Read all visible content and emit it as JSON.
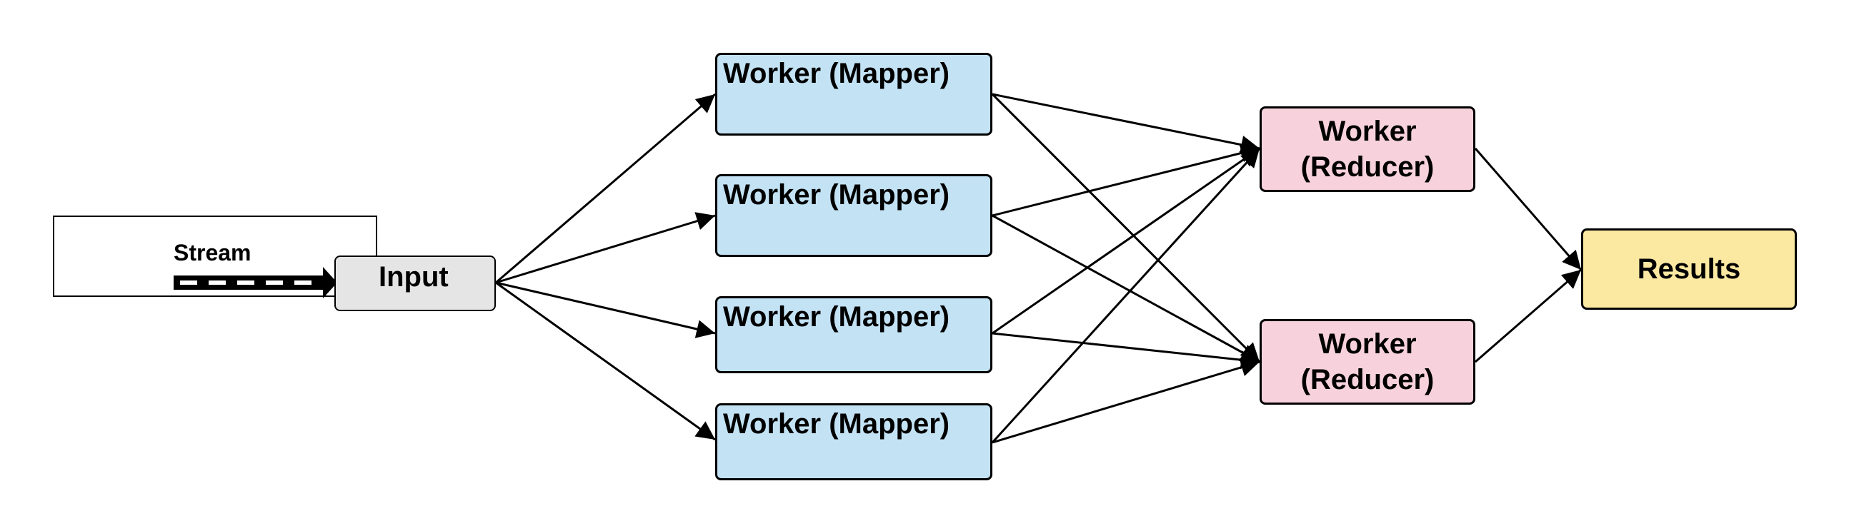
{
  "diagram": {
    "colors": {
      "mapper_fill": "#c3e3f5",
      "reducer_fill": "#f7d2dd",
      "results_fill": "#fbe9a2",
      "input_fill": "#e5e5e5",
      "stroke": "#000000"
    },
    "stream": {
      "label": "Stream"
    },
    "input": {
      "label": "Input"
    },
    "mappers": [
      {
        "label": "Worker (Mapper)"
      },
      {
        "label": "Worker (Mapper)"
      },
      {
        "label": "Worker (Mapper)"
      },
      {
        "label": "Worker (Mapper)"
      }
    ],
    "reducers": [
      {
        "label": "Worker (Reducer)",
        "line1": "Worker",
        "line2": "(Reducer)"
      },
      {
        "label": "Worker (Reducer)",
        "line1": "Worker",
        "line2": "(Reducer)"
      }
    ],
    "results": {
      "label": "Results"
    },
    "edges": [
      {
        "from": "input",
        "to": "mapper-1"
      },
      {
        "from": "input",
        "to": "mapper-2"
      },
      {
        "from": "input",
        "to": "mapper-3"
      },
      {
        "from": "input",
        "to": "mapper-4"
      },
      {
        "from": "mapper-1",
        "to": "reducer-1"
      },
      {
        "from": "mapper-1",
        "to": "reducer-2"
      },
      {
        "from": "mapper-2",
        "to": "reducer-1"
      },
      {
        "from": "mapper-2",
        "to": "reducer-2"
      },
      {
        "from": "mapper-3",
        "to": "reducer-1"
      },
      {
        "from": "mapper-3",
        "to": "reducer-2"
      },
      {
        "from": "mapper-4",
        "to": "reducer-1"
      },
      {
        "from": "mapper-4",
        "to": "reducer-2"
      },
      {
        "from": "reducer-1",
        "to": "results"
      },
      {
        "from": "reducer-2",
        "to": "results"
      }
    ]
  }
}
